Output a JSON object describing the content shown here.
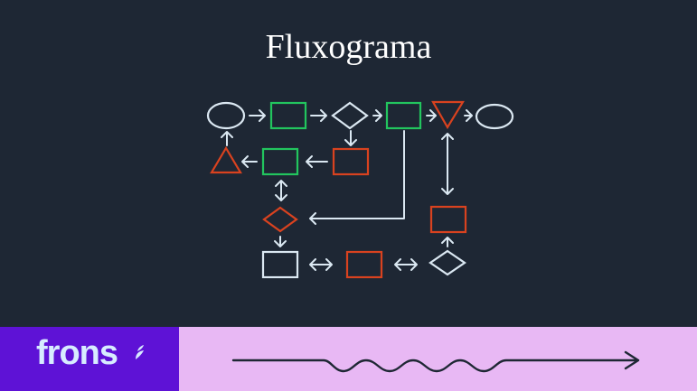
{
  "title": "Fluxograma",
  "brand": {
    "name": "frons",
    "icon": "leaf-icon"
  },
  "colors": {
    "background": "#1e2734",
    "neutral": "#dbe8f2",
    "green": "#22c55e",
    "red": "#d9421f",
    "brand_purple": "#5e12d6",
    "band_pink": "#e8b8f4",
    "wave": "#1e2734"
  },
  "diagram": {
    "nodes": [
      {
        "id": "start",
        "shape": "ellipse",
        "color": "neutral"
      },
      {
        "id": "p1",
        "shape": "rect",
        "color": "green"
      },
      {
        "id": "d1",
        "shape": "diamond",
        "color": "neutral"
      },
      {
        "id": "p2",
        "shape": "rect",
        "color": "green"
      },
      {
        "id": "t1",
        "shape": "triangle-down",
        "color": "red"
      },
      {
        "id": "end",
        "shape": "ellipse",
        "color": "neutral"
      },
      {
        "id": "t2",
        "shape": "triangle-up",
        "color": "red"
      },
      {
        "id": "p3",
        "shape": "rect",
        "color": "green"
      },
      {
        "id": "p4",
        "shape": "rect",
        "color": "red"
      },
      {
        "id": "d2",
        "shape": "diamond",
        "color": "red"
      },
      {
        "id": "p5",
        "shape": "rect",
        "color": "red"
      },
      {
        "id": "p6",
        "shape": "rect",
        "color": "neutral"
      },
      {
        "id": "p7",
        "shape": "rect",
        "color": "red"
      },
      {
        "id": "d3",
        "shape": "diamond",
        "color": "neutral"
      }
    ],
    "edges": [
      {
        "from": "start",
        "to": "p1"
      },
      {
        "from": "p1",
        "to": "d1"
      },
      {
        "from": "d1",
        "to": "p2"
      },
      {
        "from": "p2",
        "to": "t1"
      },
      {
        "from": "t1",
        "to": "end"
      },
      {
        "from": "d1",
        "to": "p4"
      },
      {
        "from": "p4",
        "to": "p3"
      },
      {
        "from": "p3",
        "to": "t2"
      },
      {
        "from": "t2",
        "to": "start"
      },
      {
        "from": "p3",
        "to": "d2",
        "bidirectional": true
      },
      {
        "from": "p2",
        "to": "d2"
      },
      {
        "from": "t1",
        "to": "p5"
      },
      {
        "from": "d2",
        "to": "p6"
      },
      {
        "from": "p6",
        "to": "p7",
        "bidirectional": true
      },
      {
        "from": "p7",
        "to": "d3",
        "bidirectional": true
      },
      {
        "from": "d3",
        "to": "p5"
      }
    ]
  }
}
